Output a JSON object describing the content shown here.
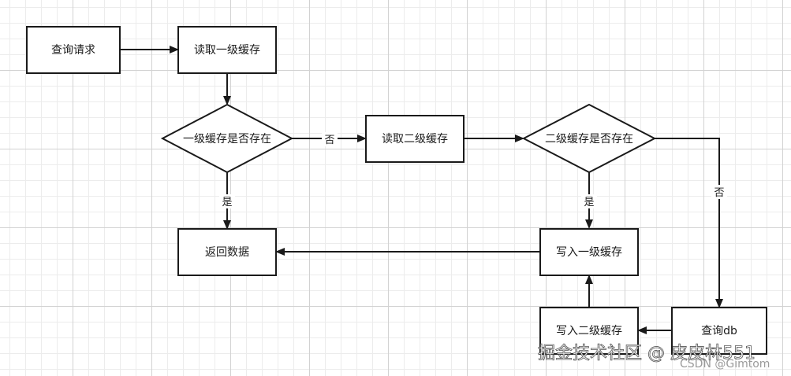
{
  "nodes": {
    "query_request": "查询请求",
    "read_l1": "读取一级缓存",
    "l1_exists": "一级缓存是否存在",
    "read_l2": "读取二级缓存",
    "l2_exists": "二级缓存是否存在",
    "return_data": "返回数据",
    "write_l1": "写入一级缓存",
    "write_l2": "写入二级缓存",
    "query_db": "查询db"
  },
  "edge_labels": {
    "l1_no": "否",
    "l1_yes": "是",
    "l2_yes": "是",
    "l2_no": "否"
  },
  "watermark": {
    "primary": "掘金技术社区 @ 皮皮林551",
    "secondary": "CSDN @Gimtom"
  },
  "colors": {
    "line": "#1a1a1a",
    "grid_major": "#d2d2d2",
    "grid_minor": "#ececec"
  }
}
